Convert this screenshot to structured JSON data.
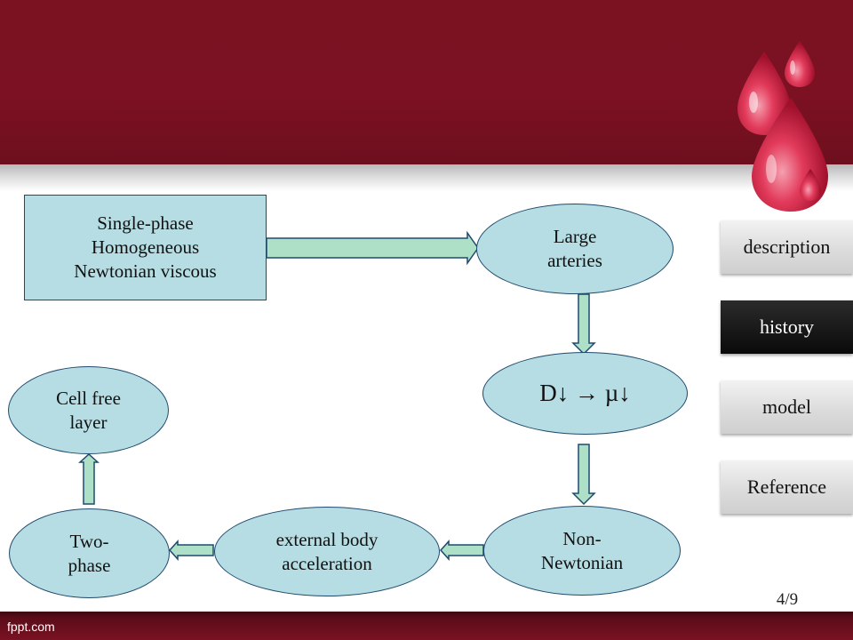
{
  "footer": {
    "logo": "fppt.com"
  },
  "page_number": "4/9",
  "diagram": {
    "rect_lines": [
      "Single-phase",
      "Homogeneous",
      "Newtonian viscous"
    ],
    "large_arteries": [
      "Large",
      "arteries"
    ],
    "d_mu": "D↓ → µ↓",
    "non_newtonian": [
      "Non-",
      "Newtonian"
    ],
    "external_body": [
      "external body",
      "acceleration"
    ],
    "two_phase": [
      "Two-",
      "phase"
    ],
    "cell_free": [
      "Cell free",
      "layer"
    ]
  },
  "nav": {
    "description": "description",
    "history": "history",
    "model": "model",
    "reference": "Reference"
  },
  "colors": {
    "header": "#7b1123",
    "node_fill": "#b5dde3",
    "node_border": "#1f4a6e",
    "arrow_fill": "#aee0c8"
  }
}
